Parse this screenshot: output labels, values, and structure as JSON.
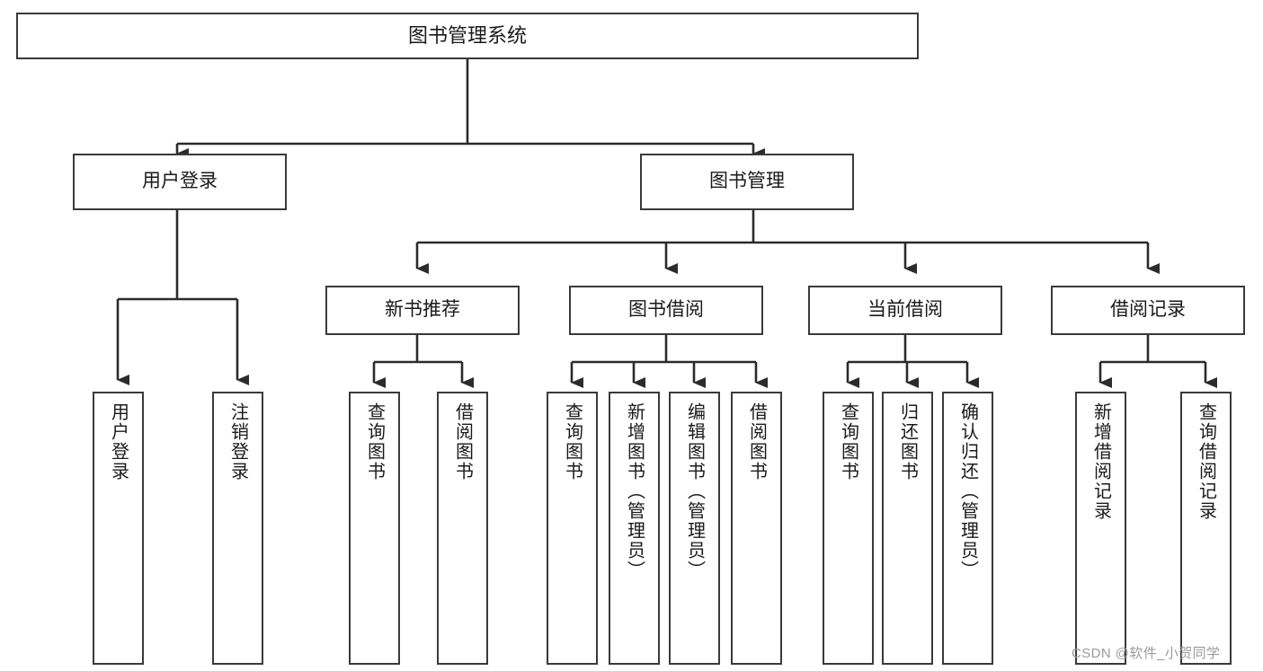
{
  "diagram": {
    "title": "图书管理系统",
    "type": "tree",
    "watermark": "CSDN @软件_小贺同学",
    "colors": {
      "border": "#3a3a3a",
      "fill": "#ffffff",
      "text": "#1a1a1a",
      "connector": "#2b2b2b",
      "watermark": "#9b9b9b"
    },
    "root": {
      "label": "图书管理系统"
    },
    "level2": [
      {
        "label": "用户登录"
      },
      {
        "label": "图书管理"
      }
    ],
    "level3": [
      {
        "label": "新书推荐"
      },
      {
        "label": "图书借阅"
      },
      {
        "label": "当前借阅"
      },
      {
        "label": "借阅记录"
      }
    ],
    "leaves": {
      "user_login": [
        {
          "label": "用户登录"
        },
        {
          "label": "注销登录"
        }
      ],
      "new_book_recommend": [
        {
          "label": "查询图书"
        },
        {
          "label": "借阅图书"
        }
      ],
      "book_borrow": [
        {
          "label": "查询图书"
        },
        {
          "label": "新增图书（管理员）"
        },
        {
          "label": "编辑图书（管理员）"
        },
        {
          "label": "借阅图书"
        }
      ],
      "current_borrow": [
        {
          "label": "查询图书"
        },
        {
          "label": "归还图书"
        },
        {
          "label": "确认归还（管理员）"
        }
      ],
      "borrow_record": [
        {
          "label": "新增借阅记录"
        },
        {
          "label": "查询借阅记录"
        }
      ]
    }
  }
}
